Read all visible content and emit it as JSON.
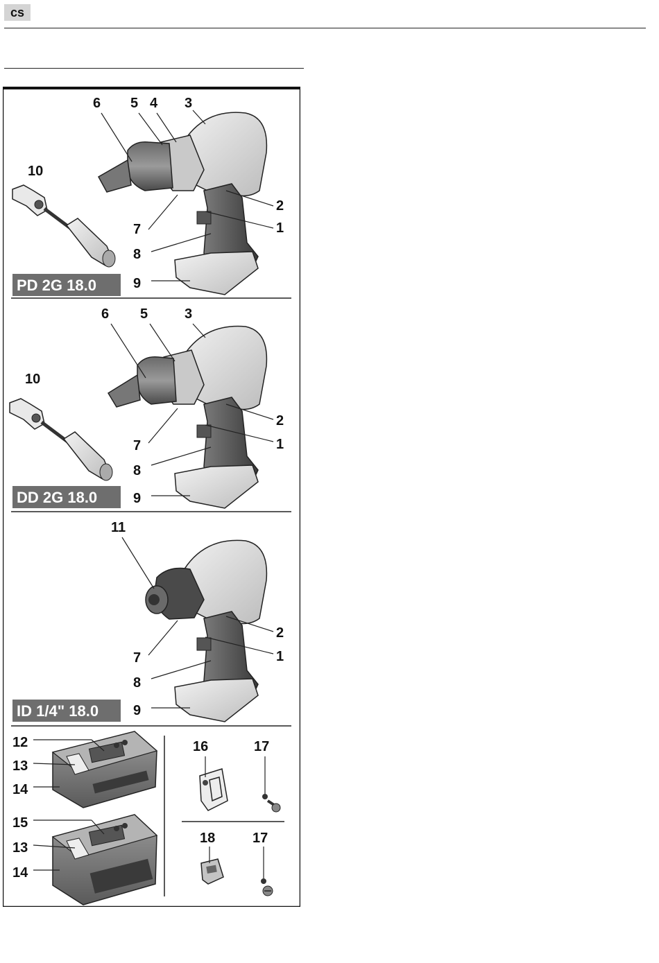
{
  "header": {
    "language_code": "cs"
  },
  "figure": {
    "panels": [
      {
        "model": "PD 2G 18.0",
        "labels": [
          "6",
          "5",
          "4",
          "3",
          "10",
          "2",
          "1",
          "7",
          "8",
          "9"
        ]
      },
      {
        "model": "DD 2G 18.0",
        "labels": [
          "6",
          "5",
          "3",
          "10",
          "2",
          "1",
          "7",
          "8",
          "9"
        ]
      },
      {
        "model": "ID 1/4\" 18.0",
        "labels": [
          "11",
          "2",
          "1",
          "7",
          "8",
          "9"
        ]
      }
    ],
    "battery_panel": {
      "labels": [
        "12",
        "13",
        "14",
        "15",
        "13",
        "14",
        "16",
        "17",
        "18",
        "17"
      ]
    }
  }
}
